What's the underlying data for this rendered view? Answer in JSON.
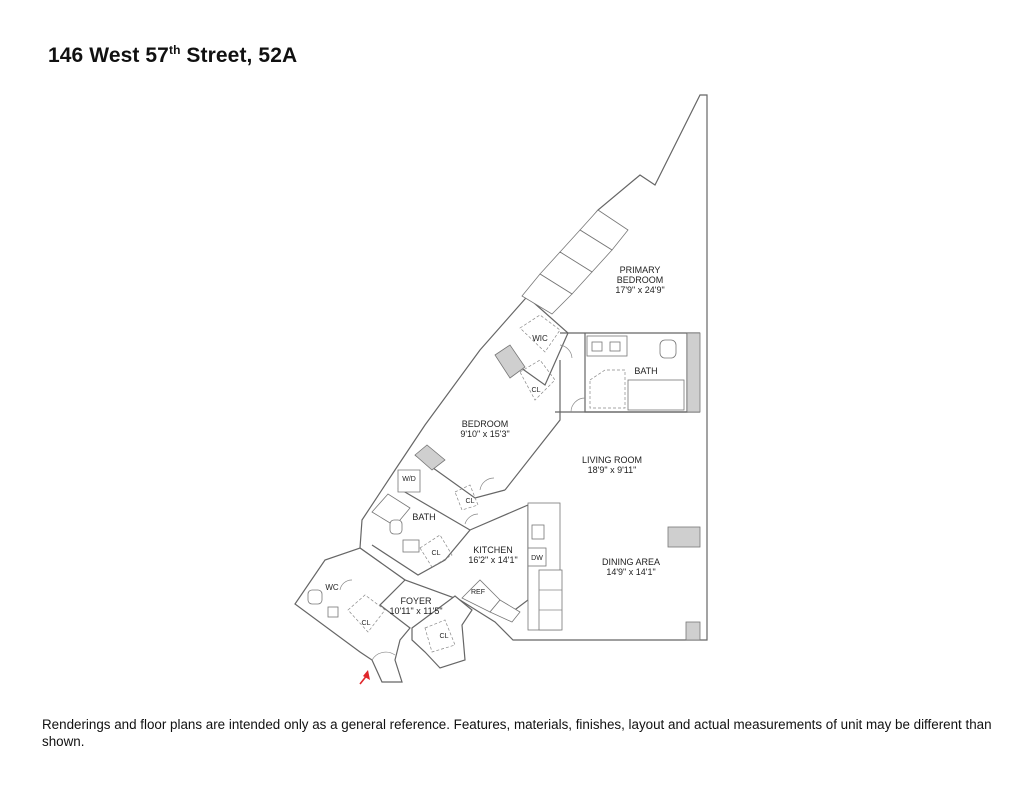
{
  "title": {
    "prefix": "146 West 57",
    "superscript": "th",
    "suffix": " Street, 52A"
  },
  "rooms": {
    "primary_bedroom": {
      "name_line1": "PRIMARY",
      "name_line2": "BEDROOM",
      "dims": "17'9\" x 24'9\""
    },
    "wic": {
      "name": "WIC"
    },
    "bath_primary": {
      "name": "BATH"
    },
    "closet_bedroom": {
      "name": "CL"
    },
    "bedroom": {
      "name": "BEDROOM",
      "dims": "9'10\" x 15'3\""
    },
    "living_room": {
      "name": "LIVING ROOM",
      "dims": "18'9\" x 9'11\""
    },
    "wd": {
      "name": "W/D"
    },
    "closet_bath": {
      "name": "CL"
    },
    "bath_second": {
      "name": "BATH"
    },
    "closet_bath2": {
      "name": "CL"
    },
    "kitchen": {
      "name": "KITCHEN",
      "dims": "16'2\" x 14'1\""
    },
    "dw": {
      "name": "DW"
    },
    "dining_area": {
      "name": "DINING AREA",
      "dims": "14'9\" x 14'1\""
    },
    "wc": {
      "name": "WC"
    },
    "foyer": {
      "name": "FOYER",
      "dims": "10'11\" x 11'5\""
    },
    "ref": {
      "name": "REF"
    },
    "closet_foyer": {
      "name": "CL"
    },
    "closet_foyer2": {
      "name": "CL"
    }
  },
  "colors": {
    "entry_arrow": "#e0262a",
    "wall": "#666666",
    "column": "#cfcfcf"
  },
  "disclaimer": "Renderings and floor plans are intended only as a general reference. Features, materials, finishes, layout and actual measurements of unit may be different than shown."
}
